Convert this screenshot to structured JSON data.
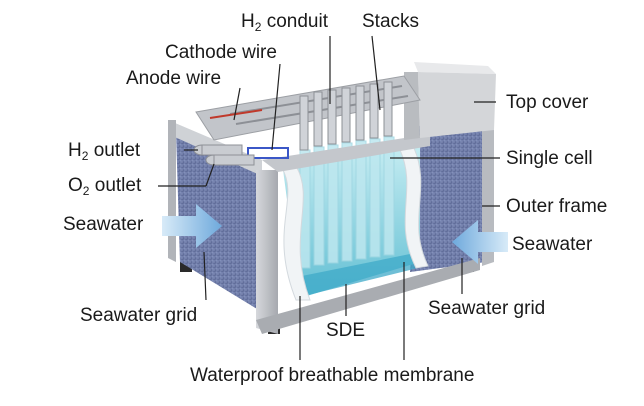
{
  "labels": {
    "h2_conduit": {
      "prefix": "H",
      "sub": "2",
      "text": " conduit"
    },
    "stacks": "Stacks",
    "cathode_wire": "Cathode wire",
    "anode_wire": "Anode wire",
    "h2_outlet": {
      "prefix": "H",
      "sub": "2",
      "text": " outlet"
    },
    "o2_outlet": {
      "prefix": "O",
      "sub": "2",
      "text": " outlet"
    },
    "seawater_left": "Seawater",
    "seawater_grid_left": "Seawater grid",
    "top_cover": "Top cover",
    "single_cell": "Single cell",
    "outer_frame": "Outer frame",
    "seawater_right": "Seawater",
    "seawater_grid_right": "Seawater grid",
    "sde": "SDE",
    "membrane": "Waterproof breathable membrane"
  },
  "colors": {
    "frame": "#b9bcc2",
    "grid_panel": "#6d7aa8",
    "water": "#8fd3e0",
    "arrow": "#7fb6e4",
    "membrane": "#eef2f4"
  }
}
